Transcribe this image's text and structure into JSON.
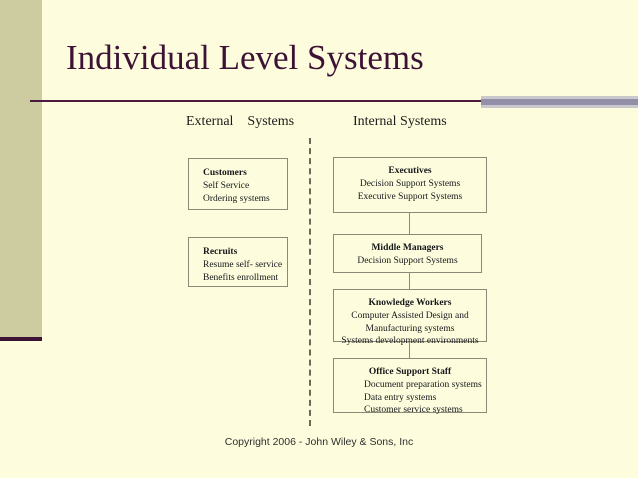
{
  "slide": {
    "title": "Individual Level Systems",
    "footer": "Copyright 2006 - John Wiley & Sons, Inc",
    "colors": {
      "background": "#fdfdde",
      "sidebar": "#ccccA0",
      "title_text": "#3d1235",
      "rule": "#4a1b3f",
      "header_block_outer": "#c9c8cd",
      "header_block_inner": "#938fa8",
      "box_border": "#8a8a78",
      "divider": "#6a6a5a"
    }
  },
  "columns": {
    "external_heading": "External    Systems",
    "internal_heading": "Internal Systems"
  },
  "external_nodes": [
    {
      "title": "Customers",
      "lines": [
        "Self Service",
        "Ordering systems"
      ]
    },
    {
      "title": "Recruits",
      "lines": [
        "Resume self- service",
        "Benefits enrollment"
      ]
    }
  ],
  "internal_nodes": [
    {
      "title": "Executives",
      "lines": [
        "Decision Support Systems",
        "Executive Support Systems"
      ]
    },
    {
      "title": "Middle Managers",
      "lines": [
        "Decision Support Systems"
      ]
    },
    {
      "title": "Knowledge Workers",
      "lines": [
        "Computer Assisted Design and",
        "Manufacturing systems",
        "Systems development environments"
      ]
    },
    {
      "title": "Office Support Staff",
      "lines": [
        "Document preparation systems",
        "Data entry systems",
        "Customer service systems"
      ]
    }
  ]
}
